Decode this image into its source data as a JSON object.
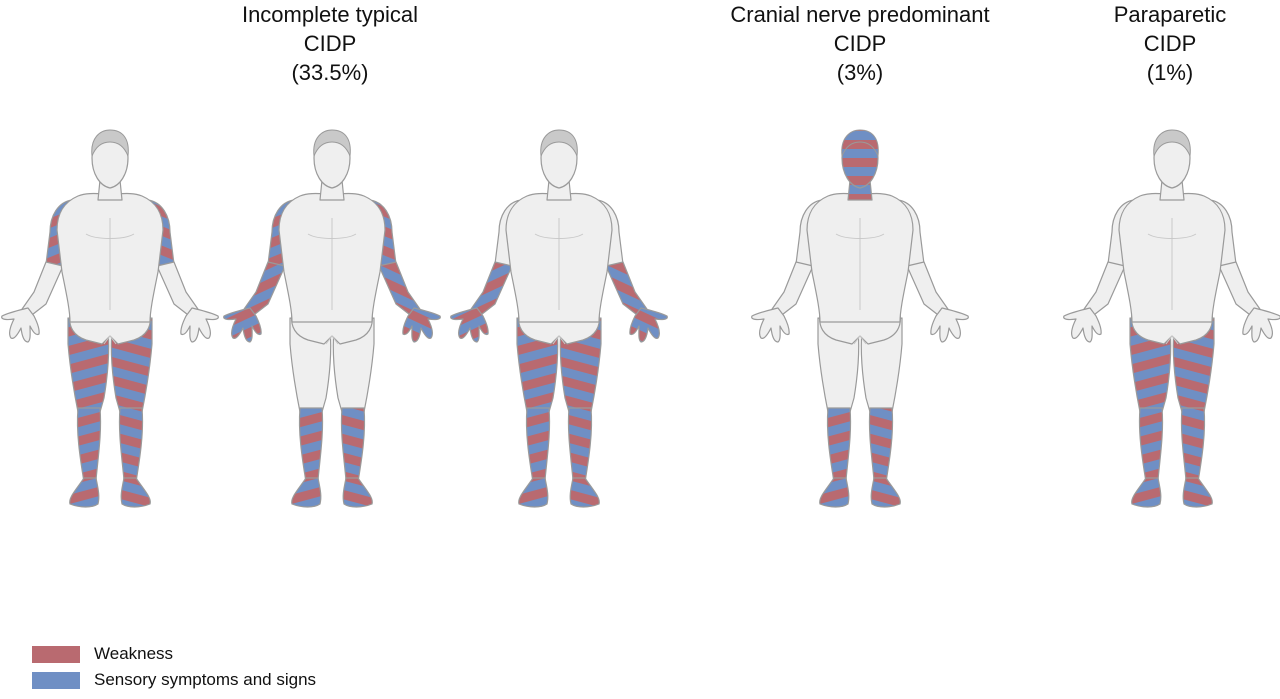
{
  "colors": {
    "weakness": "#b96a70",
    "sensory": "#6f8fc4",
    "skin": "#efefef",
    "outline": "#9a9a9a",
    "hair": "#c9c9c9"
  },
  "titles": [
    {
      "line1": "Incomplete typical",
      "line2": "CIDP",
      "line3": "(33.5%)"
    },
    {
      "line1": "Cranial nerve predominant",
      "line2": "CIDP",
      "line3": "(3%)"
    },
    {
      "line1": "Paraparetic",
      "line2": "CIDP",
      "line3": "(1%)"
    }
  ],
  "figures": [
    {
      "regions": [
        "upper-arms",
        "legs-full"
      ]
    },
    {
      "regions": [
        "arms-full",
        "lower-legs"
      ]
    },
    {
      "regions": [
        "forearms",
        "legs-full"
      ]
    },
    {
      "regions": [
        "head",
        "lower-legs"
      ]
    },
    {
      "regions": [
        "legs-full"
      ]
    }
  ],
  "legend": [
    {
      "label": "Weakness",
      "color_key": "weakness"
    },
    {
      "label": "Sensory symptoms and signs",
      "color_key": "sensory"
    }
  ]
}
